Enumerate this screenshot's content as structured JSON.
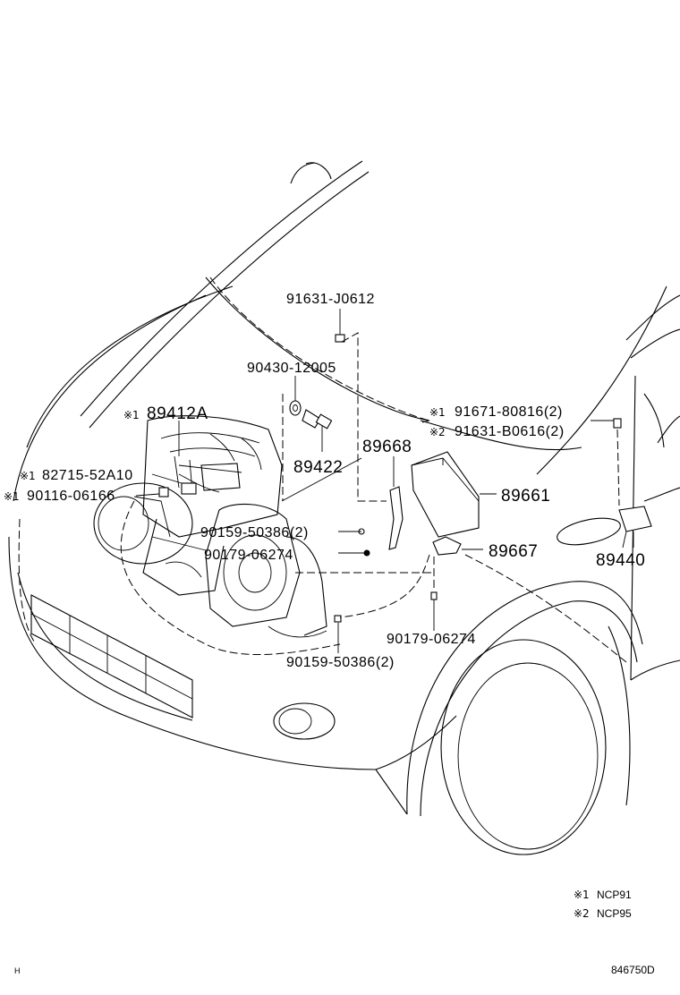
{
  "diagram": {
    "parts": [
      {
        "id": "p1",
        "code": "91631-J0612"
      },
      {
        "id": "p2",
        "code": "90430-12005"
      },
      {
        "id": "p3",
        "mark": "※1",
        "code": "91671-80816(2)"
      },
      {
        "id": "p4",
        "mark": "※2",
        "code": "91631-B0616(2)"
      },
      {
        "id": "p5",
        "mark": "※1",
        "code": "89412A"
      },
      {
        "id": "p6",
        "code": "89668"
      },
      {
        "id": "p7",
        "code": "89422"
      },
      {
        "id": "p8",
        "mark": "※1",
        "code": "82715-52A10"
      },
      {
        "id": "p9",
        "mark": "※1",
        "code": "90116-06166"
      },
      {
        "id": "p10",
        "code": "89661"
      },
      {
        "id": "p11",
        "code": "90159-50386(2)"
      },
      {
        "id": "p12",
        "code": "89667"
      },
      {
        "id": "p13",
        "code": "90179-06274"
      },
      {
        "id": "p14",
        "code": "89440"
      },
      {
        "id": "p15",
        "code": "90179-06274"
      },
      {
        "id": "p16",
        "code": "90159-50386(2)"
      }
    ],
    "legend": [
      {
        "mark": "※1",
        "text": "NCP91"
      },
      {
        "mark": "※2",
        "text": "NCP95"
      }
    ],
    "corner_mark": "H",
    "figure_id": "846750D"
  }
}
